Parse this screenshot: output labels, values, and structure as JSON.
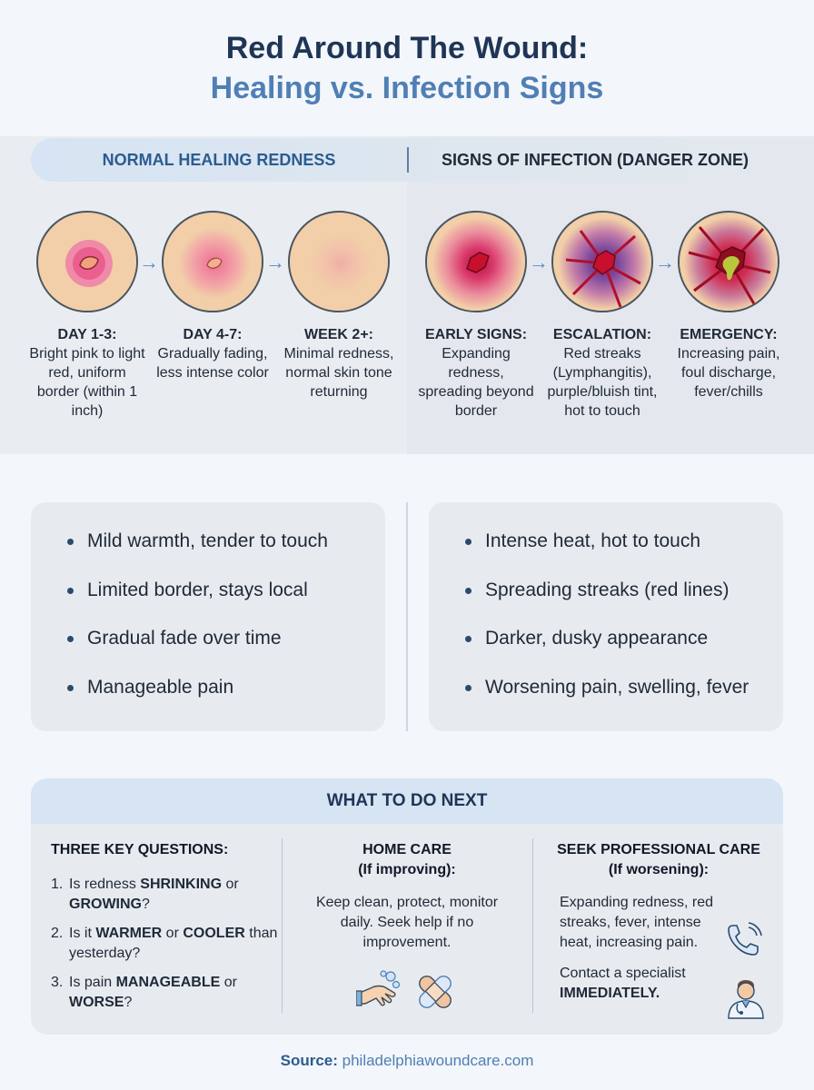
{
  "title": {
    "line1": "Red Around The Wound:",
    "line2": "Healing vs. Infection Signs"
  },
  "header": {
    "left": "NORMAL HEALING REDNESS",
    "right": "SIGNS OF INFECTION (DANGER ZONE)"
  },
  "stages": [
    {
      "label": "DAY 1-3:",
      "text": "Bright pink to light red, uniform border (within 1 inch)"
    },
    {
      "label": "DAY 4-7:",
      "text": "Gradually fading, less intense color"
    },
    {
      "label": "WEEK 2+:",
      "text": "Minimal redness, normal skin tone returning"
    },
    {
      "label": "EARLY SIGNS:",
      "text": "Expanding redness, spreading beyond border"
    },
    {
      "label": "ESCALATION:",
      "text": "Red streaks (Lymphangitis), purple/bluish tint, hot to touch"
    },
    {
      "label": "EMERGENCY:",
      "text": "Increasing pain, foul discharge, fever/chills"
    }
  ],
  "healing_list": [
    "Mild warmth, tender to touch",
    "Limited border, stays local",
    "Gradual fade over time",
    "Manageable pain"
  ],
  "infection_list": [
    "Intense heat, hot to touch",
    "Spreading streaks (red lines)",
    "Darker, dusky appearance",
    "Worsening pain, swelling, fever"
  ],
  "next": {
    "heading": "WHAT TO DO NEXT",
    "questions": {
      "title": "THREE KEY QUESTIONS:",
      "items": [
        {
          "num": "1.",
          "a": "Is redness ",
          "b1": "SHRINKING",
          "c": " or ",
          "b2": "GROWING",
          "d": "?"
        },
        {
          "num": "2.",
          "a": "Is it ",
          "b1": "WARMER",
          "c": " or ",
          "b2": "COOLER",
          "d": " than yesterday?"
        },
        {
          "num": "3.",
          "a": "Is pain ",
          "b1": "MANAGEABLE",
          "c": " or ",
          "b2": "WORSE",
          "d": "?"
        }
      ]
    },
    "home": {
      "title1": "HOME CARE",
      "title2": "(If improving):",
      "text": "Keep clean, protect, monitor daily. Seek help if no improvement."
    },
    "pro": {
      "title1": "SEEK PROFESSIONAL CARE",
      "title2": "(If worsening):",
      "text1": "Expanding redness, red streaks, fever, intense heat, increasing pain.",
      "text2a": "Contact a specialist",
      "text2b": "IMMEDIATELY."
    }
  },
  "source": {
    "label": "Source:",
    "value": "philadelphiawoundcare.com"
  },
  "icons": {
    "arrow": "right-arrow-icon",
    "washing": "hand-washing-icon",
    "bandage": "bandage-icon",
    "phone": "phone-icon",
    "doctor": "doctor-icon"
  },
  "colors": {
    "title_dark": "#1f3556",
    "title_accent": "#4f7fb5",
    "skin": "#f2cfa8",
    "healing_pink": "#e95a8a",
    "infection_red": "#c8102e",
    "discharge": "#b9c83a"
  }
}
